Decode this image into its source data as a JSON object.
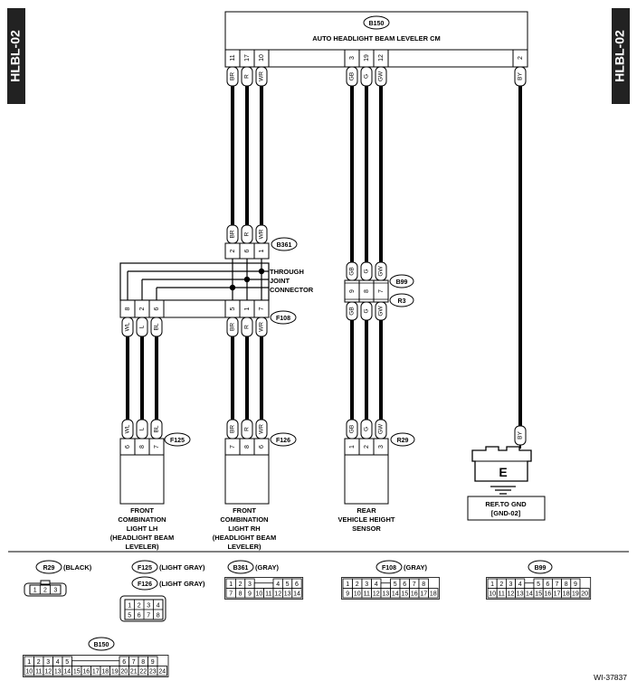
{
  "side_tabs": {
    "left": "HLBL-02",
    "right": "HLBL-02"
  },
  "module": {
    "tag": "B150",
    "title": "AUTO HEADLIGHT BEAM LEVELER CM",
    "pins": [
      "11",
      "17",
      "10",
      "3",
      "19",
      "12",
      "2"
    ]
  },
  "wires": {
    "top": [
      "BR",
      "R",
      "WR",
      "GB",
      "G",
      "GW",
      "BY"
    ],
    "b361": [
      "BR",
      "R",
      "WR"
    ],
    "b99": [
      "GB",
      "G",
      "GW"
    ],
    "r3": [
      "GB",
      "G",
      "GW"
    ],
    "f108_left": [
      "WL",
      "L",
      "BL"
    ],
    "f108_right": [
      "BR",
      "R",
      "WR"
    ],
    "f125": [
      "WL",
      "L",
      "BL"
    ],
    "f126": [
      "BR",
      "R",
      "WR"
    ],
    "r29": [
      "GB",
      "G",
      "GW"
    ],
    "gnd": "BY"
  },
  "connectors": {
    "b361": {
      "tag": "B361",
      "pins": [
        "2",
        "6",
        "1"
      ]
    },
    "b99": {
      "tag": "B99",
      "pins": [
        "9",
        "8",
        "7"
      ]
    },
    "r3": {
      "tag": "R3"
    },
    "f108": {
      "tag": "F108",
      "pins_left": [
        "8",
        "2",
        "6"
      ],
      "pins_right": [
        "5",
        "1",
        "7"
      ]
    },
    "f125": {
      "tag": "F125",
      "pins": [
        "6",
        "8",
        "7"
      ]
    },
    "f126": {
      "tag": "F126",
      "pins": [
        "7",
        "8",
        "6"
      ]
    },
    "r29": {
      "tag": "R29",
      "pins": [
        "1",
        "2",
        "3"
      ]
    }
  },
  "joint_label": [
    "THROUGH",
    "JOINT",
    "CONNECTOR"
  ],
  "components": {
    "lh": [
      "FRONT",
      "COMBINATION",
      "LIGHT LH",
      "(HEADLIGHT BEAM",
      "LEVELER)"
    ],
    "rh": [
      "FRONT",
      "COMBINATION",
      "LIGHT RH",
      "(HEADLIGHT BEAM",
      "LEVELER)"
    ],
    "sensor": [
      "REAR",
      "VEHICLE HEIGHT",
      "SENSOR"
    ]
  },
  "ground": {
    "letter": "E",
    "ref": [
      "REF.TO GND",
      "[GND-02]"
    ]
  },
  "legend": {
    "r29": {
      "tag": "R29",
      "color": "(BLACK)",
      "rows": [
        [
          "1",
          "2",
          "3"
        ]
      ]
    },
    "f125": {
      "tag": "F125",
      "color": "(LIGHT GRAY)"
    },
    "f126": {
      "tag": "F126",
      "color": "(LIGHT GRAY)",
      "rows": [
        [
          "1",
          "2",
          "3",
          "4"
        ],
        [
          "5",
          "6",
          "7",
          "8"
        ]
      ]
    },
    "b361": {
      "tag": "B361",
      "color": "(GRAY)",
      "rows": [
        [
          "1",
          "2",
          "3",
          "",
          "4",
          "5",
          "6"
        ],
        [
          "7",
          "8",
          "9",
          "10",
          "11",
          "12",
          "13",
          "14"
        ]
      ]
    },
    "f108": {
      "tag": "F108",
      "color": "(GRAY)",
      "rows": [
        [
          "1",
          "2",
          "3",
          "4",
          "",
          "5",
          "6",
          "7",
          "8"
        ],
        [
          "9",
          "10",
          "11",
          "12",
          "13",
          "14",
          "15",
          "16",
          "17",
          "18"
        ]
      ]
    },
    "b99": {
      "tag": "B99",
      "rows": [
        [
          "1",
          "2",
          "3",
          "4",
          "",
          "5",
          "6",
          "7",
          "8",
          "9"
        ],
        [
          "10",
          "11",
          "12",
          "13",
          "14",
          "15",
          "16",
          "17",
          "18",
          "19",
          "20"
        ]
      ]
    },
    "b150": {
      "tag": "B150",
      "rows": [
        [
          "1",
          "2",
          "3",
          "4",
          "5",
          "",
          "6",
          "7",
          "8",
          "9"
        ],
        [
          "10",
          "11",
          "12",
          "13",
          "14",
          "15",
          "16",
          "17",
          "18",
          "19",
          "20",
          "21",
          "22",
          "23",
          "24"
        ]
      ]
    }
  },
  "doc_id": "WI-37837"
}
